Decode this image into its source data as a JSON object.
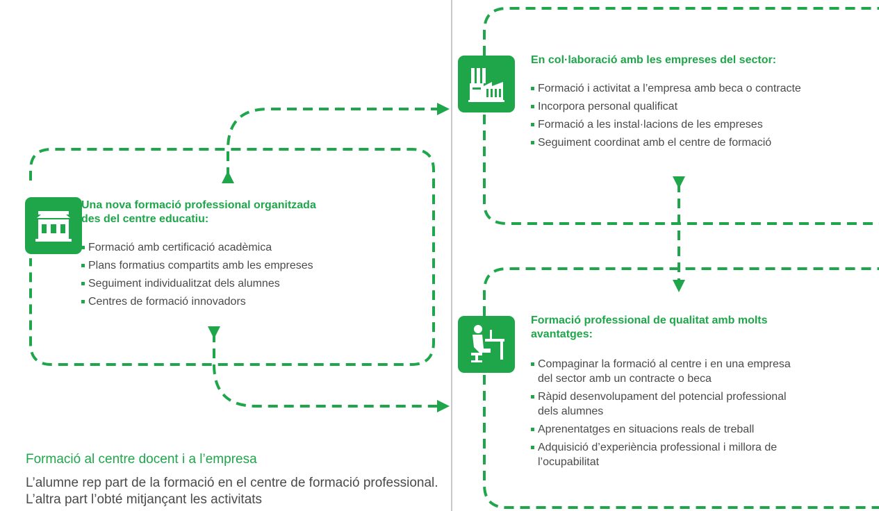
{
  "colors": {
    "accent": "#1fa64b",
    "body_text": "#4a4a4a",
    "divider": "#c8c8c8"
  },
  "school_panel": {
    "icon": "school-building-icon",
    "title_line1": "Una nova formació professional organitzada",
    "title_line2": "des del centre educatiu:",
    "items": [
      "Formació amb certificació acadèmica",
      "Plans formatius compartits amb les empreses",
      "Seguiment individualitzat dels alumnes",
      "Centres de formació innovadors"
    ]
  },
  "company_panel": {
    "icon": "factory-icon",
    "title": "En col·laboració amb les empreses del sector:",
    "items": [
      "Formació i activitat a l’empresa amb beca o contracte",
      "Incorpora personal qualificat",
      "Formació a les instal·lacions de les empreses",
      "Seguiment coordinat amb el centre de formació"
    ]
  },
  "quality_panel": {
    "icon": "student-desk-icon",
    "title_line1": "Formació professional de qualitat amb molts",
    "title_line2": "avantatges:",
    "items": [
      {
        "line1": "Compaginar la formació al centre i en una empresa",
        "line2": "del sector amb un contracte o beca"
      },
      {
        "line1": "Ràpid desenvolupament del potencial professional",
        "line2": "dels alumnes"
      },
      {
        "line1": "Aprenentatges en situacions reals de treball",
        "line2": ""
      },
      {
        "line1": "Adquisició d’experiència professional i millora de",
        "line2": "l’ocupabilitat"
      }
    ]
  },
  "section": {
    "heading": "Formació al centre docent i a l’empresa",
    "body": "L’alumne rep part de la formació en el centre de formació professional. L’altra part l’obté mitjançant les activitats"
  }
}
